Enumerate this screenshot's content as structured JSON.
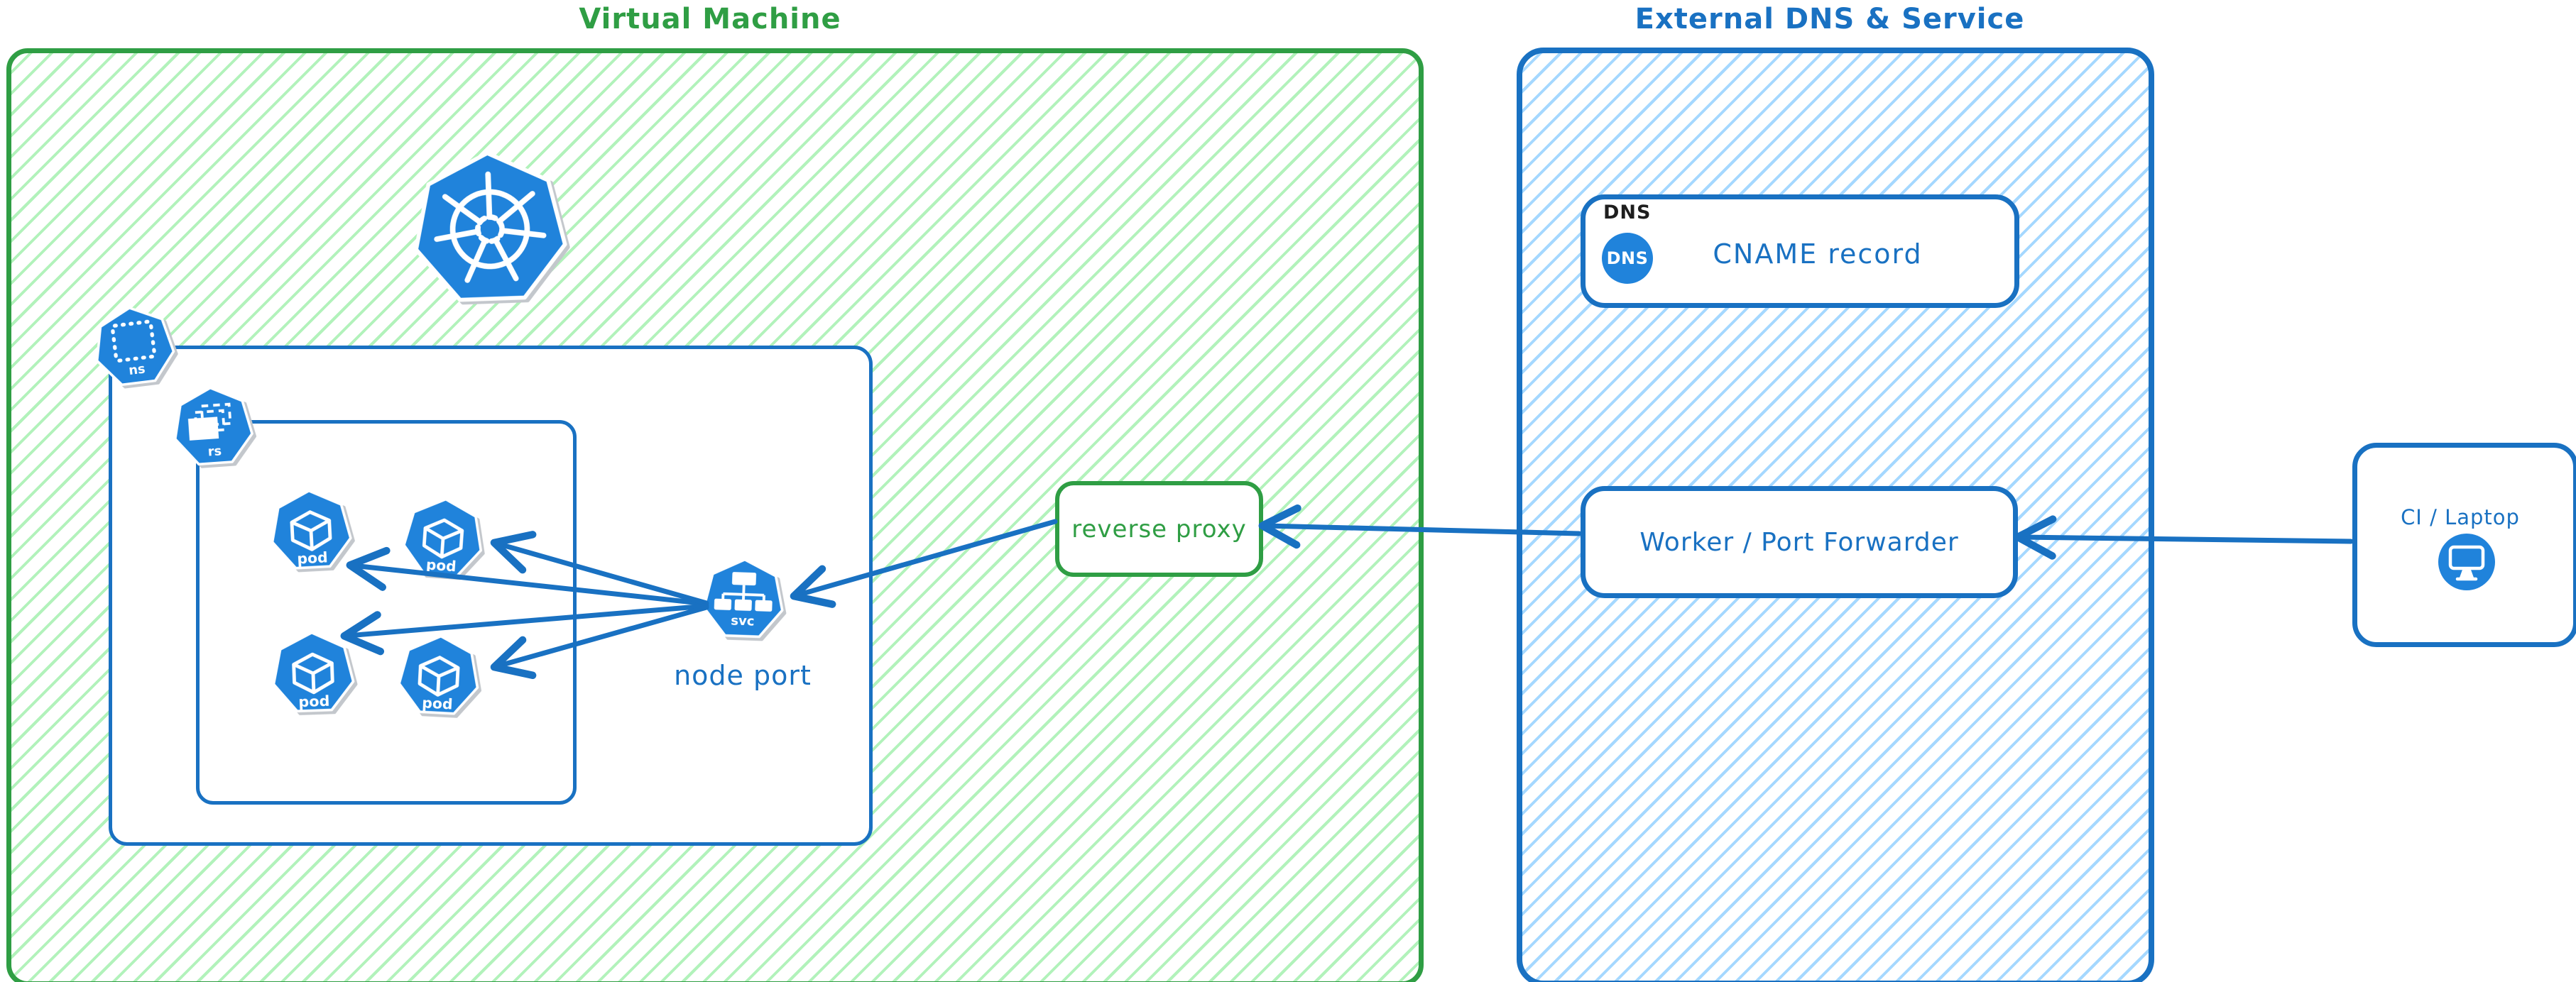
{
  "diagram": {
    "vm": {
      "title": "Virtual Machine"
    },
    "external": {
      "title": "External DNS & Service"
    },
    "kubernetes": {
      "ns_label": "ns",
      "rs_label": "rs",
      "svc_label": "svc",
      "node_port_label": "node port",
      "pods": [
        {
          "label": "pod"
        },
        {
          "label": "pod"
        },
        {
          "label": "pod"
        },
        {
          "label": "pod"
        }
      ]
    },
    "reverse_proxy": {
      "label": "reverse proxy"
    },
    "dns": {
      "tag": "DNS",
      "icon_text": "DNS",
      "record": "CNAME record"
    },
    "worker": {
      "label": "Worker / Port Forwarder"
    },
    "ci": {
      "label": "CI / Laptop"
    },
    "colors": {
      "green_stroke": "#2f9e44",
      "green_hatch": "#b2f2bb",
      "blue_stroke": "#1971c2",
      "blue_hatch": "#a5d8ff",
      "icon_blue": "#2083db",
      "arrow_blue": "#1971c2",
      "text_black": "#1e1e1e"
    }
  }
}
